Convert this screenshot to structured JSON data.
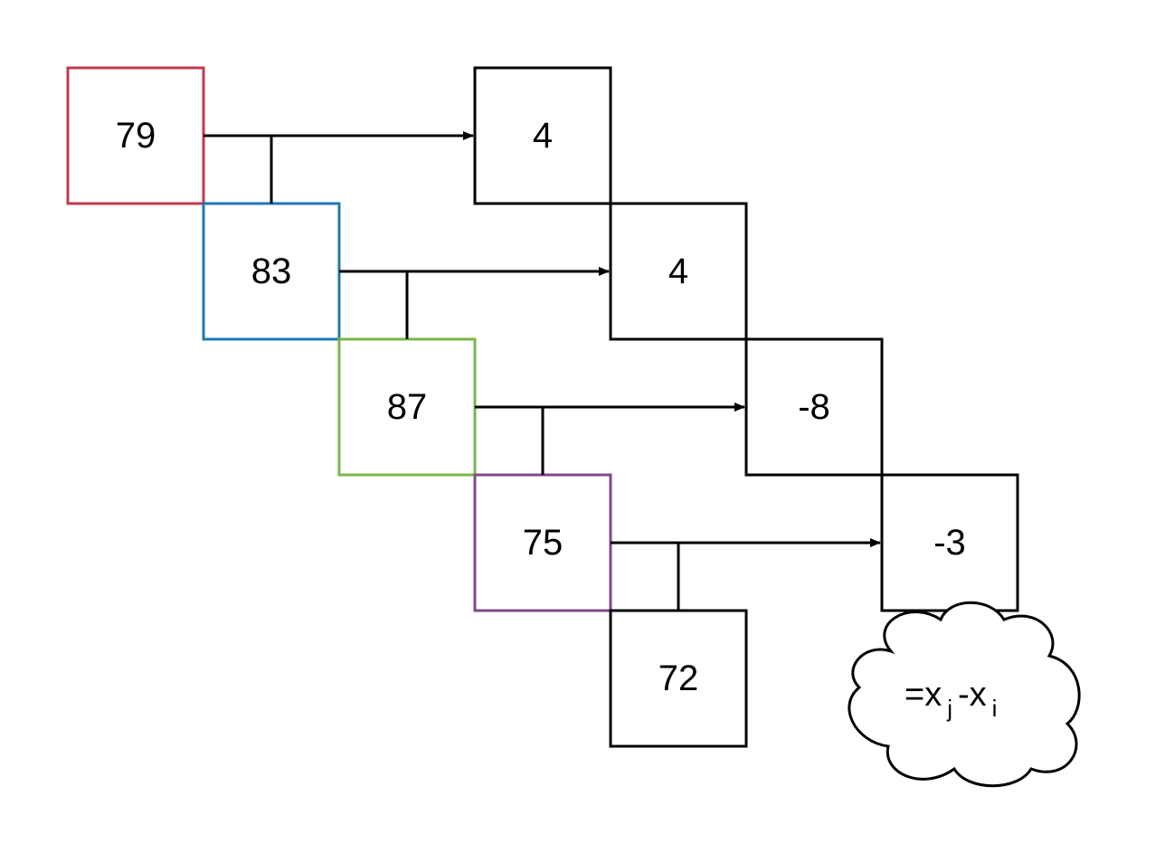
{
  "inputs": [
    {
      "value": "79",
      "color": "#c0394b"
    },
    {
      "value": "83",
      "color": "#1f77b4"
    },
    {
      "value": "87",
      "color": "#7ab648"
    },
    {
      "value": "75",
      "color": "#7f4a88"
    },
    {
      "value": "72",
      "color": "#000000"
    }
  ],
  "differences": [
    "4",
    "4",
    "-8",
    "-3"
  ],
  "note": {
    "prefix": "=x",
    "sub_j": "j",
    "minus": "-x",
    "sub_i": "i"
  }
}
